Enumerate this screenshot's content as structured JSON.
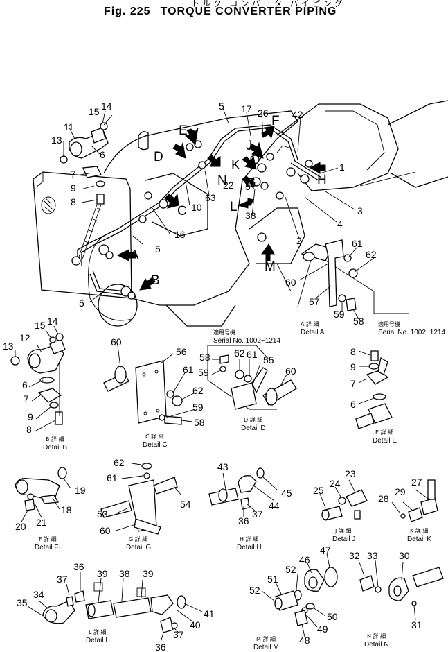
{
  "header": {
    "japanese_title": "トルク コンバータ パイピング",
    "fig_number": "Fig. 225",
    "title": "TORQUE CONVERTER PIPING"
  },
  "main_callouts": [
    "1",
    "2",
    "3",
    "4",
    "5",
    "5",
    "5",
    "5",
    "10",
    "14",
    "15",
    "11",
    "13",
    "6",
    "7",
    "9",
    "8",
    "16",
    "17",
    "26",
    "42",
    "22",
    "63",
    "38"
  ],
  "view_arrows": [
    "A",
    "B",
    "C",
    "D",
    "E",
    "F",
    "J",
    "K",
    "G",
    "H",
    "N",
    "L",
    "M"
  ],
  "details": {
    "A": {
      "jp": "A 詳 細",
      "en": "Detail A",
      "serial_jp": "適用号機",
      "serial_en": "Serial No. 1002~1214",
      "parts": [
        "60",
        "61",
        "62",
        "57",
        "59",
        "58"
      ]
    },
    "B": {
      "jp": "B 詳 細",
      "en": "Detail B",
      "parts": [
        "13",
        "12",
        "15",
        "14",
        "6",
        "7",
        "9",
        "8"
      ]
    },
    "C": {
      "jp": "C 詳 細",
      "en": "Detail C",
      "parts": [
        "60",
        "56",
        "61",
        "62",
        "59",
        "58"
      ]
    },
    "D": {
      "jp": "D 詳 細",
      "en": "Detail D",
      "serial_jp": "適用号機",
      "serial_en": "Serial No. 1002~1214",
      "parts": [
        "58",
        "59",
        "62",
        "61",
        "55",
        "60"
      ]
    },
    "E": {
      "jp": "E 詳 細",
      "en": "Detail E",
      "parts": [
        "8",
        "9",
        "7",
        "6"
      ]
    },
    "F": {
      "jp": "F 詳 細",
      "en": "Detail F·",
      "parts": [
        "19",
        "18",
        "20",
        "21"
      ]
    },
    "G": {
      "jp": "G 詳 細",
      "en": "Detail G",
      "parts": [
        "62",
        "61",
        "54",
        "53",
        "60"
      ]
    },
    "H": {
      "jp": "H 詳 細",
      "en": "Detail H",
      "parts": [
        "43",
        "45",
        "44",
        "36",
        "37"
      ]
    },
    "J": {
      "jp": "J 詳 細",
      "en": "Detail J",
      "parts": [
        "23",
        "24",
        "25"
      ]
    },
    "K": {
      "jp": "K 詳 細",
      "en": "Detail K",
      "parts": [
        "27",
        "29",
        "28"
      ]
    },
    "L": {
      "jp": "L 詳 細",
      "en": "Detail L",
      "parts": [
        "36",
        "37",
        "39",
        "38",
        "39",
        "34",
        "35",
        "41",
        "40",
        "37",
        "36"
      ]
    },
    "M": {
      "jp": "M 詳 細",
      "en": "Detail M",
      "parts": [
        "47",
        "46",
        "51",
        "52",
        "52",
        "50",
        "49",
        "48"
      ]
    },
    "N": {
      "jp": "N 詳 細",
      "en": "Detail N",
      "parts": [
        "32",
        "33",
        "30",
        "31"
      ]
    }
  }
}
